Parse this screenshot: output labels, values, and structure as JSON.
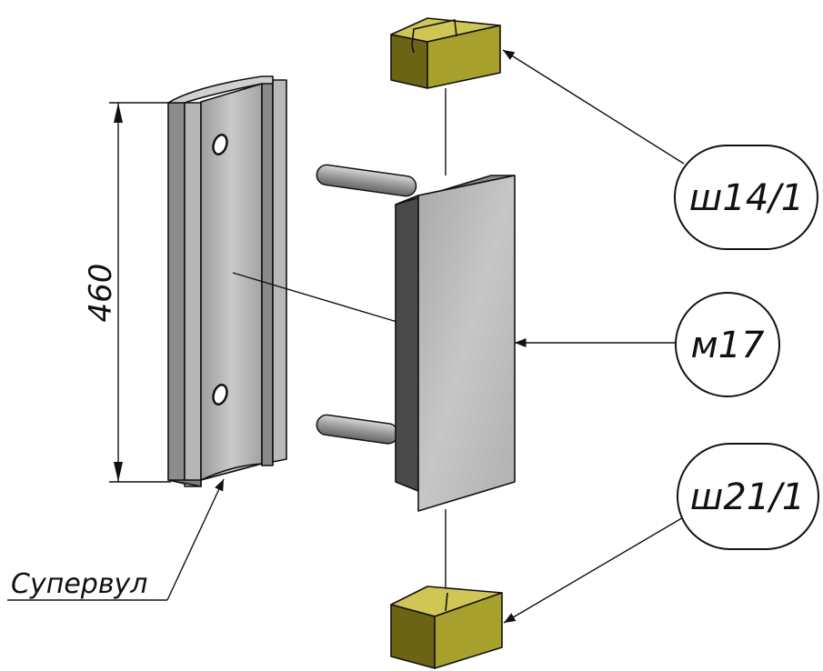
{
  "drawing": {
    "dimension_value": "460",
    "part_label": "Супервул",
    "callouts": [
      {
        "id": "top-block",
        "text": "ш14/1"
      },
      {
        "id": "plate",
        "text": "м17"
      },
      {
        "id": "bottom-block",
        "text": "ш21/1"
      }
    ],
    "colors": {
      "steel_light": "#c4c4c4",
      "steel_mid": "#a6a6a6",
      "steel_dark": "#6e6e6e",
      "block_light": "#bdb43a",
      "block_mid": "#a39a2a",
      "block_dark": "#5f5a12",
      "plate_face": "#b8b8b8"
    }
  }
}
